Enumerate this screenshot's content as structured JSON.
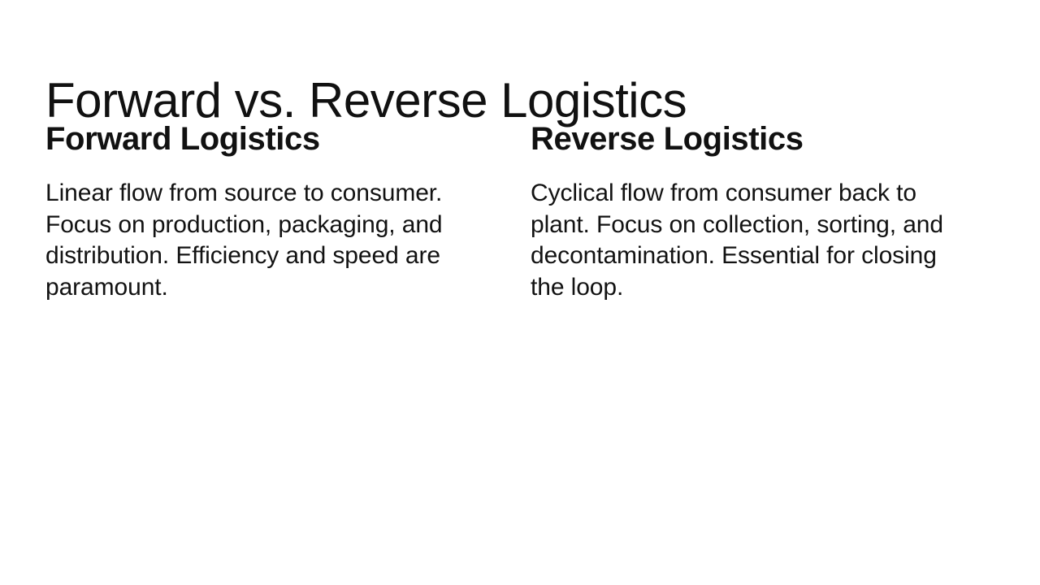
{
  "slide": {
    "title": "Forward vs. Reverse Logistics",
    "background_color": "#ffffff",
    "text_color": "#111111",
    "columns": [
      {
        "heading": "Forward Logistics",
        "body": "Linear flow from source to consumer. Focus on production, packaging, and distribution. Efficiency and speed are paramount."
      },
      {
        "heading": "Reverse Logistics",
        "body": "Cyclical flow from consumer back to plant. Focus on collection, sorting, and decontamination. Essential for closing the loop."
      }
    ]
  }
}
